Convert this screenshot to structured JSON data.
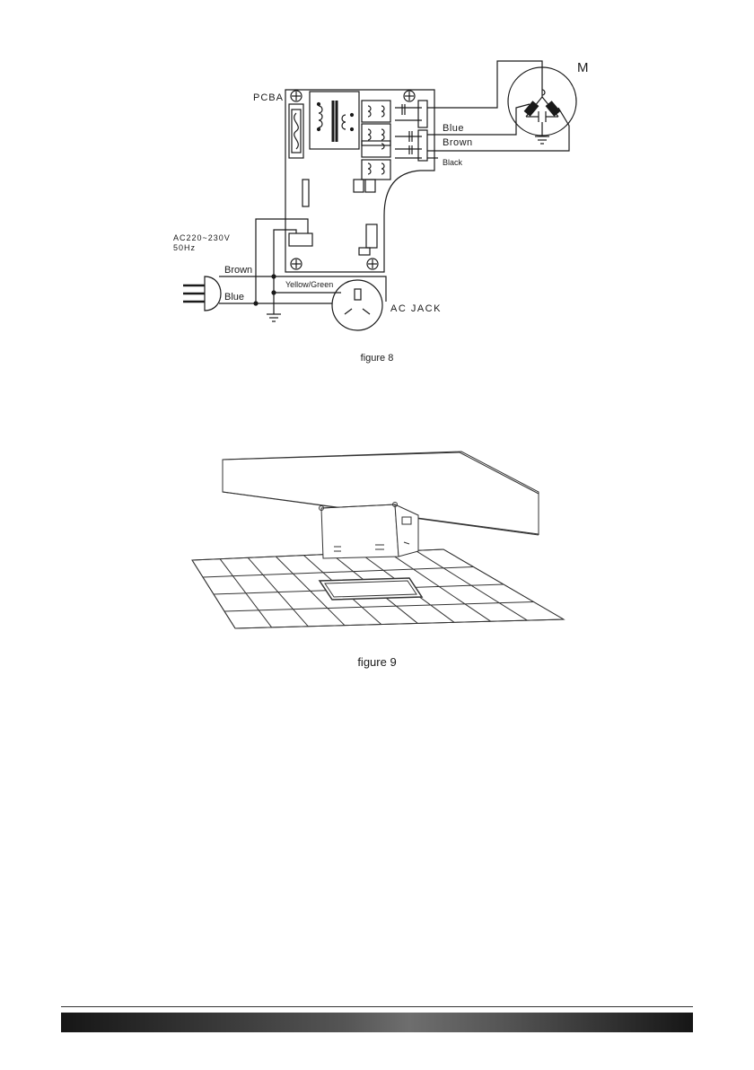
{
  "figure8": {
    "caption": "figure 8",
    "labels": {
      "pcba": "PCBA",
      "motor": "M",
      "blue_right": "Blue",
      "brown_right": "Brown",
      "black_right": "Black",
      "ac_rating_line1": "AC220~230V",
      "ac_rating_line2": "50Hz",
      "brown_left": "Brown",
      "blue_left": "Blue",
      "yellow_green": "Yellow/Green",
      "ac_jack": "AC JACK"
    }
  },
  "figure9": {
    "caption": "figure 9"
  }
}
